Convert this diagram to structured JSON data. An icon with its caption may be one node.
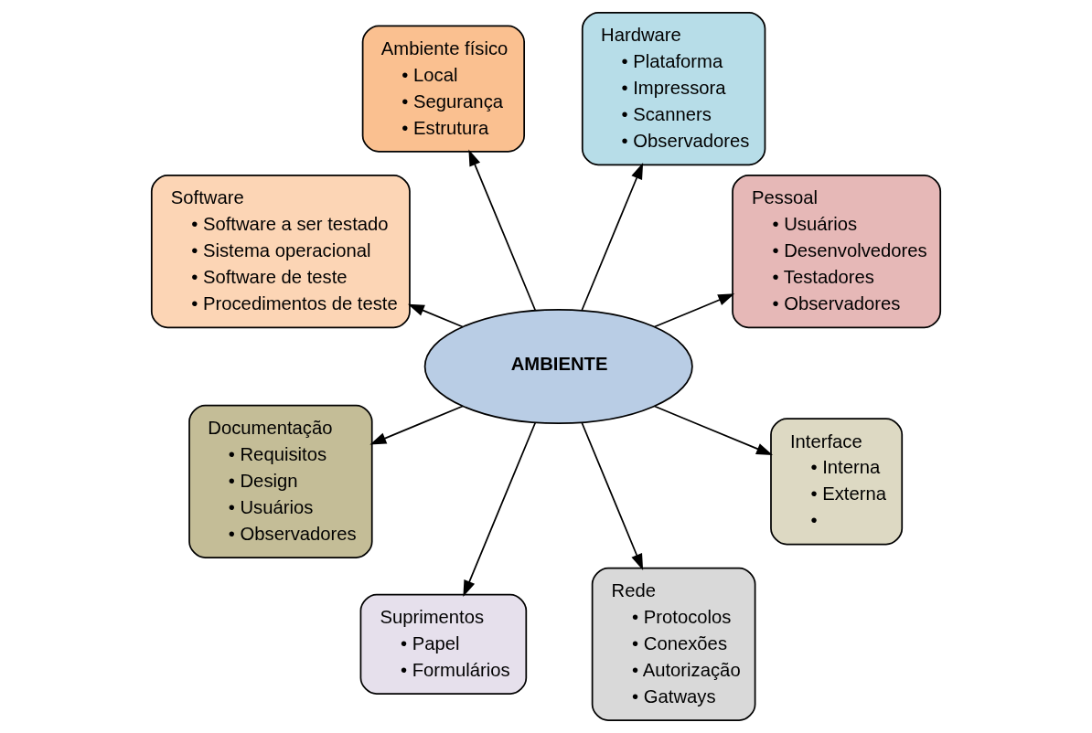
{
  "diagram": {
    "nodes": [
      {
        "text": [
          "Pessoal",
          "• Usuários",
          "• Desenvolvedores",
          "• Testadores",
          "• Observadores"
        ]
      },
      {
        "text": [
          "Hardware",
          "• Plataforma",
          "• Impressora",
          "• Scanners",
          "• Observadores"
        ]
      },
      {
        "text": [
          "Ambiente físico",
          "• Local",
          "• Segurança",
          "• Estrutura"
        ]
      },
      {
        "text": [
          "Software",
          "• Software a ser testado",
          "• Sistema operacional",
          "• Software de teste",
          "• Procedimentos de teste"
        ]
      },
      {
        "text": [
          "AMBIENTE"
        ]
      },
      {
        "text": [
          "Documentação",
          "• Requisitos",
          "• Design",
          "• Usuários",
          "• Observadores"
        ]
      },
      {
        "text": [
          "Suprimentos",
          "• Papel",
          "• Formulários"
        ]
      },
      {
        "text": [
          "Rede",
          "• Protocolos",
          "• Conexões",
          "• Autorização",
          "• Gatways"
        ]
      },
      {
        "text": [
          "Interface",
          "• Interna",
          "• Externa",
          "•"
        ]
      }
    ],
    "edges": [
      {
        "from": 4,
        "to": 0,
        "arrow": "to"
      },
      {
        "from": 4,
        "to": 1,
        "arrow": "to"
      },
      {
        "from": 4,
        "to": 2,
        "arrow": "to"
      },
      {
        "from": 4,
        "to": 3,
        "arrow": "to"
      },
      {
        "from": 4,
        "to": 5,
        "arrow": "to"
      },
      {
        "from": 4,
        "to": 6,
        "arrow": "to"
      },
      {
        "from": 4,
        "to": 7,
        "arrow": "to"
      },
      {
        "from": 4,
        "to": 8,
        "arrow": "to"
      }
    ]
  }
}
